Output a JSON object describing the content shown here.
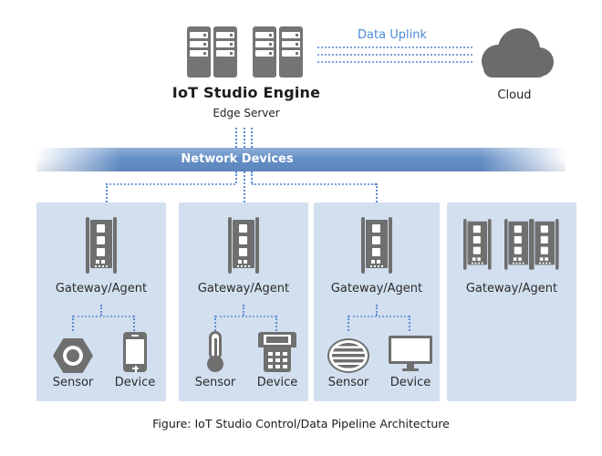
{
  "header": {
    "engine_title": "IoT Studio Engine",
    "engine_subtitle": "Edge Server",
    "uplink_label": "Data Uplink",
    "cloud_label": "Cloud"
  },
  "network_bar": {
    "label": "Network Devices"
  },
  "panels": [
    {
      "gateway_label": "Gateway/Agent",
      "sensor_label": "Sensor",
      "device_label": "Device",
      "sensor_icon": "nut-sensor-icon",
      "device_icon": "smartphone-icon"
    },
    {
      "gateway_label": "Gateway/Agent",
      "sensor_label": "Sensor",
      "device_label": "Device",
      "sensor_icon": "thermometer-icon",
      "device_icon": "handheld-terminal-icon"
    },
    {
      "gateway_label": "Gateway/Agent",
      "sensor_label": "Sensor",
      "device_label": "Device",
      "sensor_icon": "speaker-sensor-icon",
      "device_icon": "monitor-icon"
    },
    {
      "gateway_label": "Gateway/Agent",
      "rack_count": 3
    }
  ],
  "caption": "Figure: IoT Studio Control/Data Pipeline Architecture",
  "colors": {
    "icon_gray": "#6f6f6f",
    "tower_gray": "#747474",
    "cloud_gray": "#6b6b6b",
    "panel_blue": "#d2dfef",
    "bar_blue": "#6590c7",
    "connector_blue": "#5f8bd2",
    "uplink_dotted_blue": "#7da0e0",
    "uplink_text_blue": "#4b8bd5",
    "text_dark": "#1c1c1c"
  }
}
